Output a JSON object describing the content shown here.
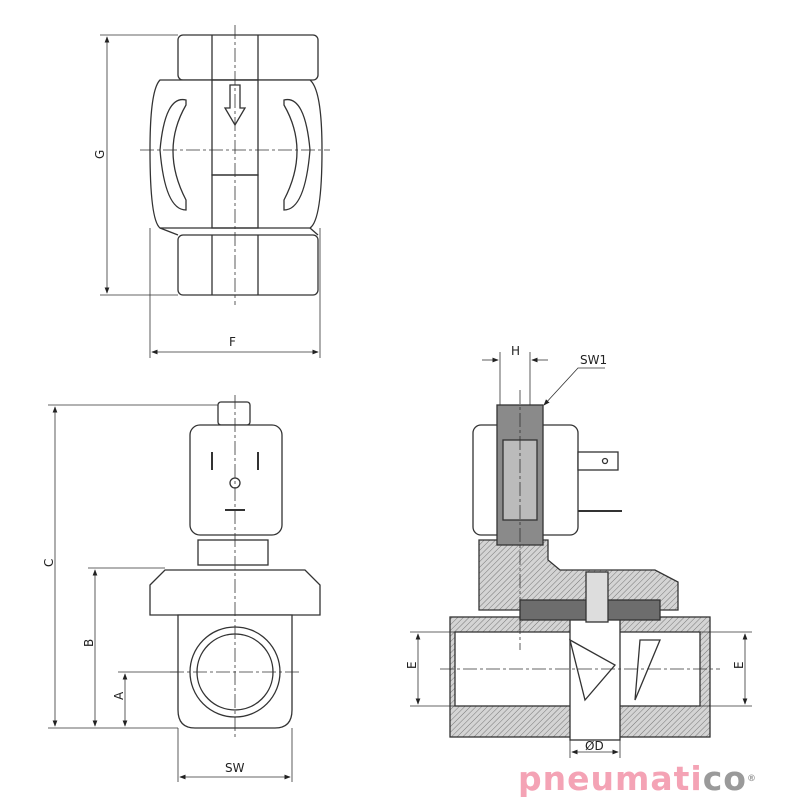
{
  "drawing": {
    "front_view": {
      "dimensions": {
        "height": "G",
        "width": "F"
      }
    },
    "side_view": {
      "dimensions": {
        "total_height": "C",
        "axis_height": "B",
        "half_port": "A",
        "wrench_size": "SW"
      }
    },
    "section_view": {
      "dimensions": {
        "nut_width": "H",
        "nut_wrench": "SW1",
        "port_left": "E",
        "port_right": "E",
        "orifice": "ØD"
      }
    }
  },
  "logo": {
    "text_main": "pneumati",
    "text_end": "co",
    "registered": "®",
    "colors": {
      "main": "#f4a3b5",
      "end": "#9a9a9a"
    }
  },
  "colors": {
    "line": "#333333",
    "hatch": "#9a9a9a"
  }
}
